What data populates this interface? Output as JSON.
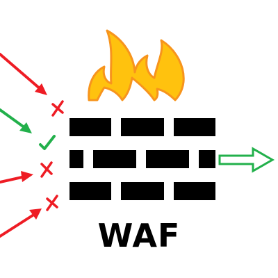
{
  "label": "WAF",
  "colors": {
    "blocked_arrow": "#ee1c24",
    "allowed_arrow": "#22b04b",
    "allowed_output": "#22b04b",
    "bricks": "#000000",
    "flame_fill": "#ffc20e",
    "flame_outline": "#f7941d",
    "block_mark": "#ee1c24",
    "allow_mark": "#22b04b"
  },
  "requests": [
    {
      "status": "blocked",
      "mark": "cross-icon"
    },
    {
      "status": "allowed",
      "mark": "check-icon"
    },
    {
      "status": "blocked",
      "mark": "cross-icon"
    },
    {
      "status": "blocked",
      "mark": "cross-icon"
    }
  ],
  "output": {
    "status": "allowed",
    "icon": "hollow-arrow-icon"
  },
  "icons": {
    "flame": "fire-icon",
    "wall": "brick-wall-icon"
  }
}
